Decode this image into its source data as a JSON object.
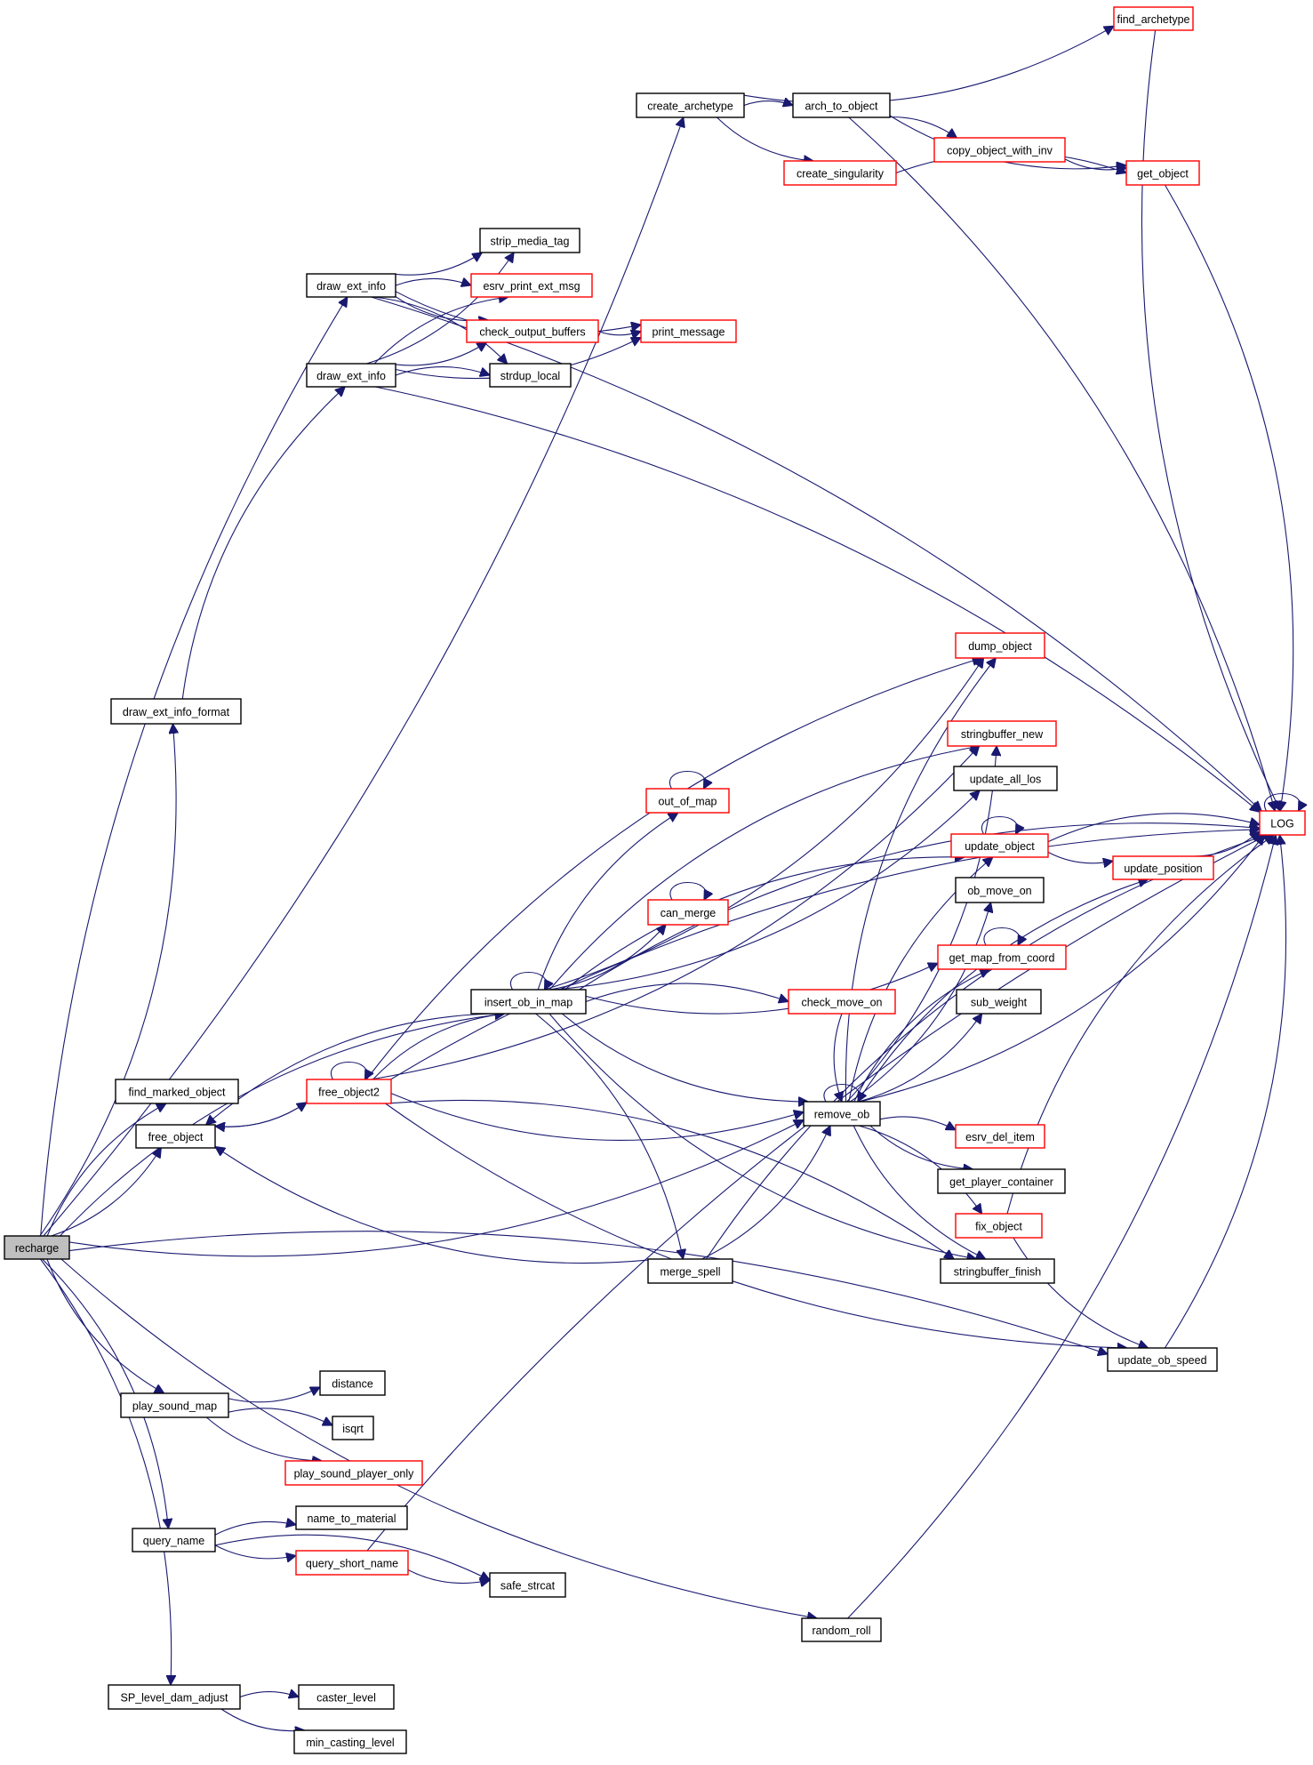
{
  "diagram": {
    "type": "call-graph",
    "root": "recharge",
    "colors": {
      "edge": "#191970",
      "node_border_documented": "#000000",
      "node_border_has_more": "#ff0000",
      "root_fill": "#bfbfbf",
      "node_fill": "#ffffff"
    },
    "nodes": [
      {
        "id": "recharge",
        "label": "recharge",
        "kind": "root"
      },
      {
        "id": "create_archetype",
        "label": "create_archetype",
        "kind": "plain"
      },
      {
        "id": "find_archetype",
        "label": "find_archetype",
        "kind": "truncated"
      },
      {
        "id": "arch_to_object",
        "label": "arch_to_object",
        "kind": "plain"
      },
      {
        "id": "copy_object_with_inv",
        "label": "copy_object_with_inv",
        "kind": "truncated"
      },
      {
        "id": "create_singularity",
        "label": "create_singularity",
        "kind": "truncated"
      },
      {
        "id": "get_object",
        "label": "get_object",
        "kind": "truncated"
      },
      {
        "id": "strip_media_tag",
        "label": "strip_media_tag",
        "kind": "plain"
      },
      {
        "id": "draw_ext_info_a",
        "label": "draw_ext_info",
        "kind": "plain"
      },
      {
        "id": "esrv_print_ext_msg",
        "label": "esrv_print_ext_msg",
        "kind": "truncated"
      },
      {
        "id": "check_output_buffers",
        "label": "check_output_buffers",
        "kind": "truncated"
      },
      {
        "id": "print_message",
        "label": "print_message",
        "kind": "truncated"
      },
      {
        "id": "draw_ext_info_b",
        "label": "draw_ext_info",
        "kind": "plain"
      },
      {
        "id": "strdup_local",
        "label": "strdup_local",
        "kind": "plain"
      },
      {
        "id": "draw_ext_info_format",
        "label": "draw_ext_info_format",
        "kind": "plain"
      },
      {
        "id": "dump_object",
        "label": "dump_object",
        "kind": "truncated"
      },
      {
        "id": "stringbuffer_new",
        "label": "stringbuffer_new",
        "kind": "truncated"
      },
      {
        "id": "update_all_los",
        "label": "update_all_los",
        "kind": "plain"
      },
      {
        "id": "out_of_map",
        "label": "out_of_map",
        "kind": "truncated"
      },
      {
        "id": "LOG",
        "label": "LOG",
        "kind": "truncated"
      },
      {
        "id": "update_object",
        "label": "update_object",
        "kind": "truncated"
      },
      {
        "id": "update_position",
        "label": "update_position",
        "kind": "truncated"
      },
      {
        "id": "ob_move_on",
        "label": "ob_move_on",
        "kind": "plain"
      },
      {
        "id": "can_merge",
        "label": "can_merge",
        "kind": "truncated"
      },
      {
        "id": "get_map_from_coord",
        "label": "get_map_from_coord",
        "kind": "truncated"
      },
      {
        "id": "insert_ob_in_map",
        "label": "insert_ob_in_map",
        "kind": "plain"
      },
      {
        "id": "check_move_on",
        "label": "check_move_on",
        "kind": "truncated"
      },
      {
        "id": "sub_weight",
        "label": "sub_weight",
        "kind": "plain"
      },
      {
        "id": "find_marked_object",
        "label": "find_marked_object",
        "kind": "plain"
      },
      {
        "id": "free_object2",
        "label": "free_object2",
        "kind": "truncated"
      },
      {
        "id": "remove_ob",
        "label": "remove_ob",
        "kind": "plain"
      },
      {
        "id": "free_object",
        "label": "free_object",
        "kind": "plain"
      },
      {
        "id": "esrv_del_item",
        "label": "esrv_del_item",
        "kind": "truncated"
      },
      {
        "id": "get_player_container",
        "label": "get_player_container",
        "kind": "plain"
      },
      {
        "id": "fix_object",
        "label": "fix_object",
        "kind": "truncated"
      },
      {
        "id": "merge_spell",
        "label": "merge_spell",
        "kind": "plain"
      },
      {
        "id": "stringbuffer_finish",
        "label": "stringbuffer_finish",
        "kind": "plain"
      },
      {
        "id": "update_ob_speed",
        "label": "update_ob_speed",
        "kind": "plain"
      },
      {
        "id": "distance",
        "label": "distance",
        "kind": "plain"
      },
      {
        "id": "play_sound_map",
        "label": "play_sound_map",
        "kind": "plain"
      },
      {
        "id": "isqrt",
        "label": "isqrt",
        "kind": "plain"
      },
      {
        "id": "play_sound_player_only",
        "label": "play_sound_player_only",
        "kind": "truncated"
      },
      {
        "id": "name_to_material",
        "label": "name_to_material",
        "kind": "plain"
      },
      {
        "id": "query_name",
        "label": "query_name",
        "kind": "plain"
      },
      {
        "id": "query_short_name",
        "label": "query_short_name",
        "kind": "truncated"
      },
      {
        "id": "safe_strcat",
        "label": "safe_strcat",
        "kind": "plain"
      },
      {
        "id": "random_roll",
        "label": "random_roll",
        "kind": "plain"
      },
      {
        "id": "SP_level_dam_adjust",
        "label": "SP_level_dam_adjust",
        "kind": "plain"
      },
      {
        "id": "caster_level",
        "label": "caster_level",
        "kind": "plain"
      },
      {
        "id": "min_casting_level",
        "label": "min_casting_level",
        "kind": "plain"
      }
    ],
    "edges": [
      [
        "recharge",
        "create_archetype"
      ],
      [
        "recharge",
        "draw_ext_info_a"
      ],
      [
        "recharge",
        "draw_ext_info_format"
      ],
      [
        "recharge",
        "find_marked_object"
      ],
      [
        "recharge",
        "free_object"
      ],
      [
        "recharge",
        "insert_ob_in_map"
      ],
      [
        "recharge",
        "remove_ob"
      ],
      [
        "recharge",
        "update_ob_speed"
      ],
      [
        "recharge",
        "play_sound_map"
      ],
      [
        "recharge",
        "query_name"
      ],
      [
        "recharge",
        "random_roll"
      ],
      [
        "recharge",
        "SP_level_dam_adjust"
      ],
      [
        "create_archetype",
        "find_archetype"
      ],
      [
        "create_archetype",
        "arch_to_object"
      ],
      [
        "create_archetype",
        "create_singularity"
      ],
      [
        "arch_to_object",
        "copy_object_with_inv"
      ],
      [
        "arch_to_object",
        "get_object"
      ],
      [
        "arch_to_object",
        "LOG"
      ],
      [
        "copy_object_with_inv",
        "get_object"
      ],
      [
        "create_singularity",
        "get_object"
      ],
      [
        "find_archetype",
        "LOG"
      ],
      [
        "get_object",
        "LOG"
      ],
      [
        "draw_ext_info_a",
        "strip_media_tag"
      ],
      [
        "draw_ext_info_a",
        "esrv_print_ext_msg"
      ],
      [
        "draw_ext_info_a",
        "check_output_buffers"
      ],
      [
        "draw_ext_info_a",
        "strdup_local"
      ],
      [
        "draw_ext_info_a",
        "print_message"
      ],
      [
        "draw_ext_info_a",
        "LOG"
      ],
      [
        "draw_ext_info_b",
        "strip_media_tag"
      ],
      [
        "draw_ext_info_b",
        "esrv_print_ext_msg"
      ],
      [
        "draw_ext_info_b",
        "check_output_buffers"
      ],
      [
        "draw_ext_info_b",
        "strdup_local"
      ],
      [
        "draw_ext_info_b",
        "print_message"
      ],
      [
        "draw_ext_info_b",
        "LOG"
      ],
      [
        "check_output_buffers",
        "print_message"
      ],
      [
        "draw_ext_info_format",
        "draw_ext_info_b"
      ],
      [
        "free_object",
        "free_object2"
      ],
      [
        "free_object2",
        "free_object"
      ],
      [
        "free_object2",
        "free_object2"
      ],
      [
        "free_object2",
        "insert_ob_in_map"
      ],
      [
        "free_object2",
        "remove_ob"
      ],
      [
        "free_object2",
        "dump_object"
      ],
      [
        "free_object2",
        "stringbuffer_new"
      ],
      [
        "free_object2",
        "stringbuffer_finish"
      ],
      [
        "free_object2",
        "update_ob_speed"
      ],
      [
        "free_object2",
        "LOG"
      ],
      [
        "insert_ob_in_map",
        "free_object"
      ],
      [
        "insert_ob_in_map",
        "insert_ob_in_map"
      ],
      [
        "insert_ob_in_map",
        "dump_object"
      ],
      [
        "insert_ob_in_map",
        "stringbuffer_new"
      ],
      [
        "insert_ob_in_map",
        "update_all_los"
      ],
      [
        "insert_ob_in_map",
        "out_of_map"
      ],
      [
        "insert_ob_in_map",
        "can_merge"
      ],
      [
        "insert_ob_in_map",
        "update_object"
      ],
      [
        "insert_ob_in_map",
        "get_map_from_coord"
      ],
      [
        "insert_ob_in_map",
        "check_move_on"
      ],
      [
        "insert_ob_in_map",
        "remove_ob"
      ],
      [
        "insert_ob_in_map",
        "merge_spell"
      ],
      [
        "insert_ob_in_map",
        "stringbuffer_finish"
      ],
      [
        "insert_ob_in_map",
        "LOG"
      ],
      [
        "out_of_map",
        "out_of_map"
      ],
      [
        "can_merge",
        "can_merge"
      ],
      [
        "check_move_on",
        "remove_ob"
      ],
      [
        "merge_spell",
        "free_object"
      ],
      [
        "merge_spell",
        "remove_ob"
      ],
      [
        "merge_spell",
        "LOG"
      ],
      [
        "remove_ob",
        "remove_ob"
      ],
      [
        "remove_ob",
        "dump_object"
      ],
      [
        "remove_ob",
        "stringbuffer_new"
      ],
      [
        "remove_ob",
        "update_object"
      ],
      [
        "remove_ob",
        "ob_move_on"
      ],
      [
        "remove_ob",
        "get_map_from_coord"
      ],
      [
        "remove_ob",
        "sub_weight"
      ],
      [
        "remove_ob",
        "esrv_del_item"
      ],
      [
        "remove_ob",
        "get_player_container"
      ],
      [
        "remove_ob",
        "fix_object"
      ],
      [
        "remove_ob",
        "stringbuffer_finish"
      ],
      [
        "remove_ob",
        "update_position"
      ],
      [
        "remove_ob",
        "LOG"
      ],
      [
        "update_object",
        "update_object"
      ],
      [
        "update_object",
        "update_position"
      ],
      [
        "update_object",
        "LOG"
      ],
      [
        "update_position",
        "LOG"
      ],
      [
        "get_map_from_coord",
        "get_map_from_coord"
      ],
      [
        "fix_object",
        "update_ob_speed"
      ],
      [
        "fix_object",
        "LOG"
      ],
      [
        "update_ob_speed",
        "LOG"
      ],
      [
        "LOG",
        "LOG"
      ],
      [
        "play_sound_map",
        "distance"
      ],
      [
        "play_sound_map",
        "isqrt"
      ],
      [
        "play_sound_map",
        "play_sound_player_only"
      ],
      [
        "query_name",
        "name_to_material"
      ],
      [
        "query_name",
        "query_short_name"
      ],
      [
        "query_name",
        "safe_strcat"
      ],
      [
        "query_short_name",
        "safe_strcat"
      ],
      [
        "query_short_name",
        "LOG"
      ],
      [
        "random_roll",
        "LOG"
      ],
      [
        "SP_level_dam_adjust",
        "caster_level"
      ],
      [
        "SP_level_dam_adjust",
        "min_casting_level"
      ]
    ]
  }
}
